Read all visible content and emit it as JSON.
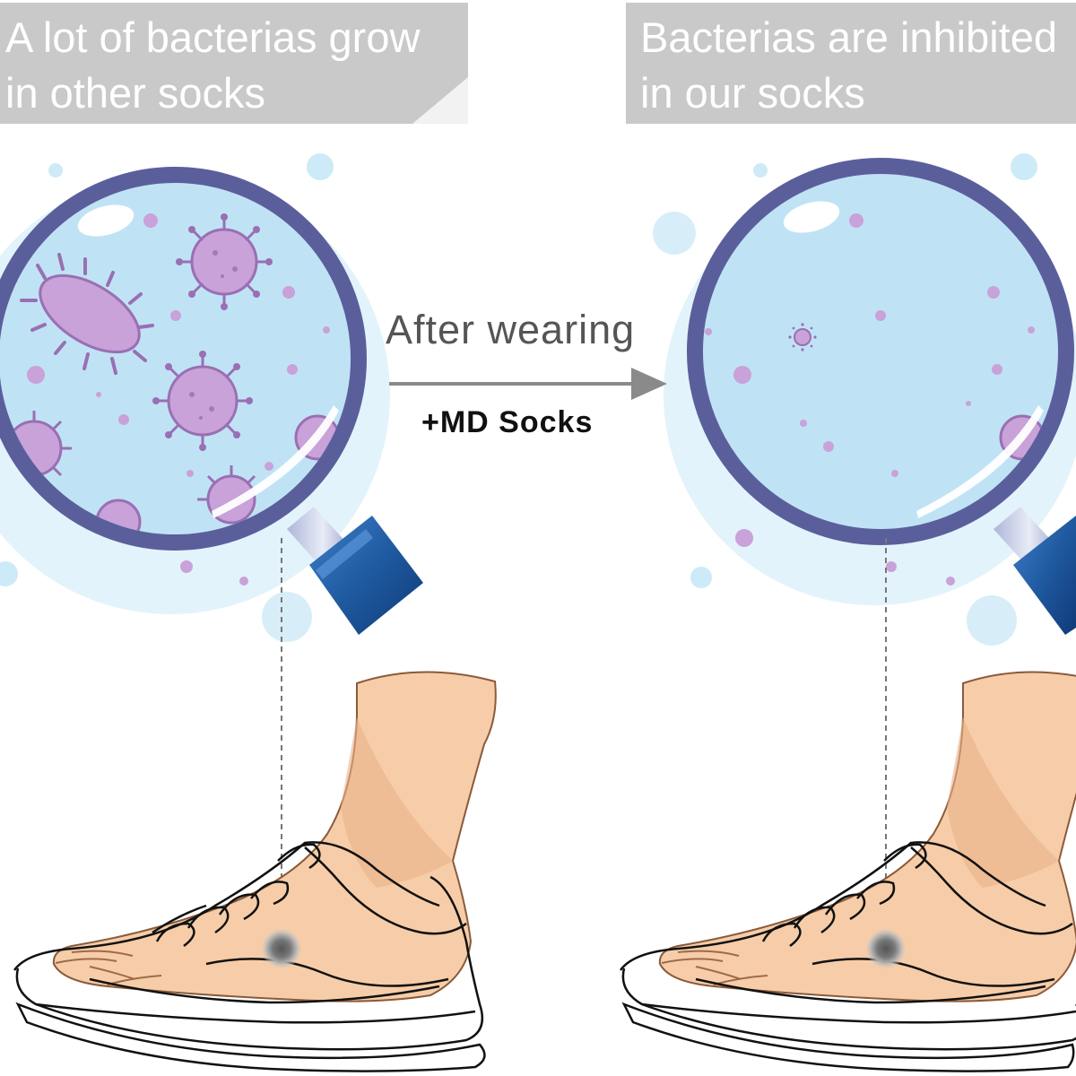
{
  "banners": {
    "left": {
      "line1": "A lot of bacterias grow",
      "line2": "in other socks"
    },
    "right": {
      "line1": "Bacterias are inhibited",
      "line2": "in our  socks"
    }
  },
  "arrow": {
    "top_label": "After wearing",
    "bottom_label": "+MD Socks"
  },
  "colors": {
    "banner_gray": "#c9c9c9",
    "lens_blue": "#bfe3f5",
    "ring_navy": "#5a5f9c",
    "bacteria_purple": "#c8a2d8",
    "handle_blue": "#1f5aa0",
    "skin": "#f6cda8",
    "arrow_gray": "#8a8a8a"
  },
  "icons": [
    "magnifying-glass-icon",
    "bacteria-icon",
    "foot-icon",
    "sneaker-icon",
    "arrow-right-icon"
  ]
}
